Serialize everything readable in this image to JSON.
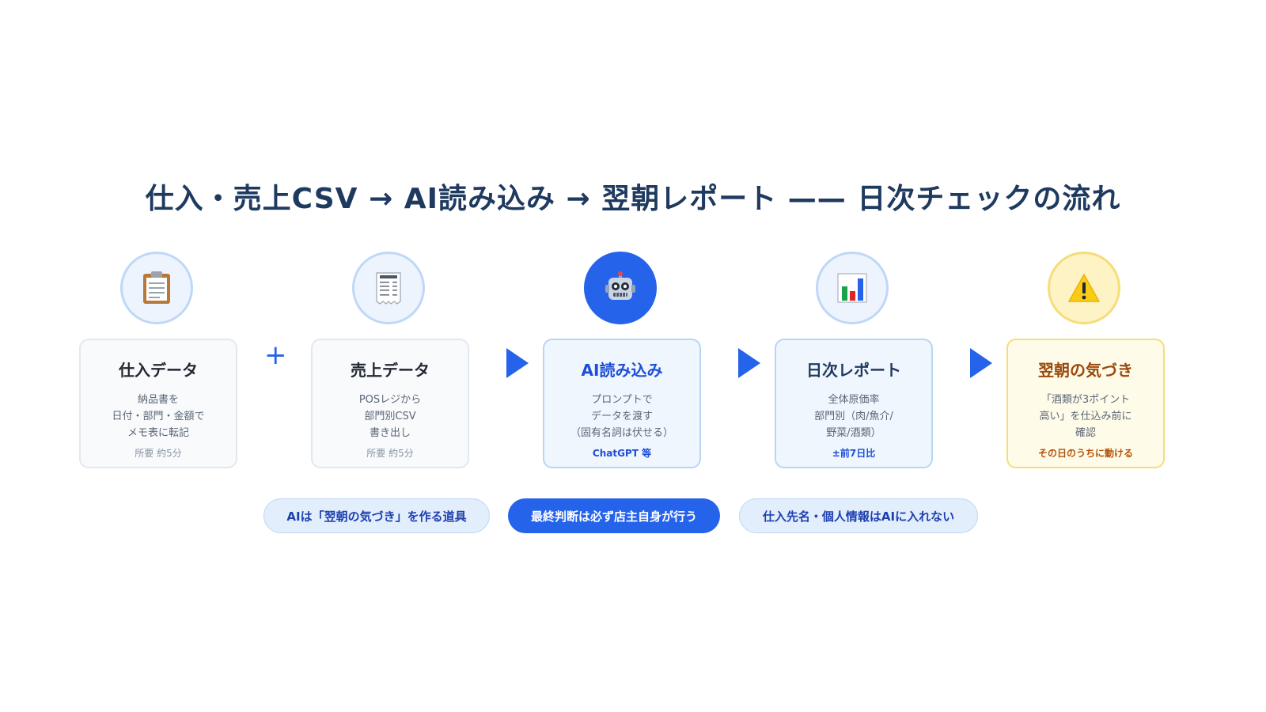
{
  "title": "仕入・売上CSV → AI読み込み → 翌朝レポート —— 日次チェックの流れ",
  "steps": [
    {
      "icon": "clipboard-icon",
      "title": "仕入データ",
      "lines": [
        "納品書を",
        "日付・部門・金額で",
        "メモ表に転記"
      ],
      "note": "所要 約5分"
    },
    {
      "icon": "receipt-icon",
      "title": "売上データ",
      "lines": [
        "POSレジから",
        "部門別CSV",
        "書き出し"
      ],
      "note": "所要 約5分"
    },
    {
      "icon": "robot-icon",
      "title": "AI読み込み",
      "lines": [
        "プロンプトで",
        "データを渡す",
        "（固有名詞は伏せる）"
      ],
      "note": "ChatGPT 等"
    },
    {
      "icon": "bar-chart-icon",
      "title": "日次レポート",
      "lines": [
        "全体原価率",
        "部門別（肉/魚介/",
        "野菜/酒類）"
      ],
      "note": "±前7日比"
    },
    {
      "icon": "warning-icon",
      "title": "翌朝の気づき",
      "lines": [
        "「酒類が3ポイント",
        "高い」を仕込み前に",
        "確認"
      ],
      "note": "その日のうちに動ける"
    }
  ],
  "connectors": {
    "plus": "+"
  },
  "pills": [
    "AIは「翌朝の気づき」を作る道具",
    "最終判断は必ず店主自身が行う",
    "仕入先名・個人情報はAIに入れない"
  ],
  "colors": {
    "accent": "#2563eb",
    "title": "#1e3a5f",
    "warning": "#f6dd7a"
  }
}
